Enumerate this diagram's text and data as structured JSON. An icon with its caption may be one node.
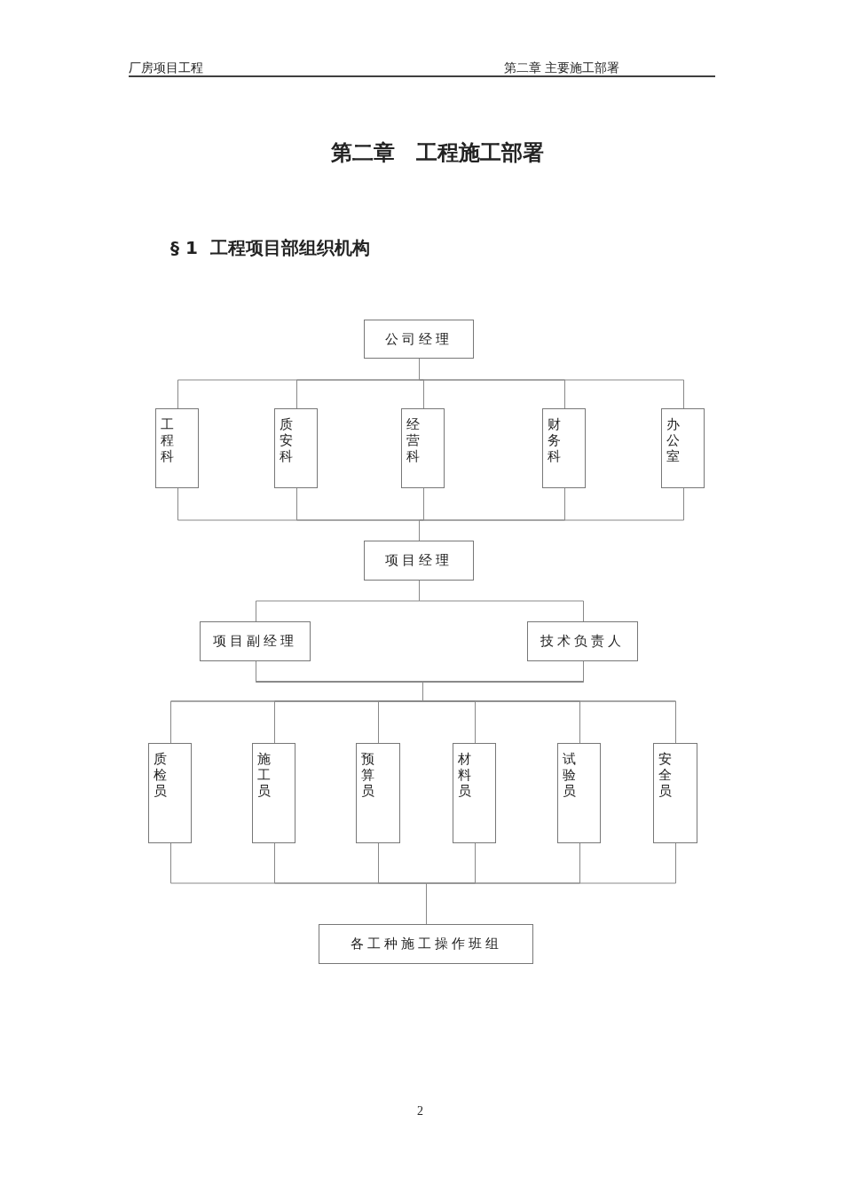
{
  "diagram": {
    "title": "第二章　工程施工部署",
    "labels": [
      "厂房项目工程",
      "第二章  主要施工部署",
      "§ 1  工程项目部组织机构",
      "2"
    ],
    "nodes": [
      {
        "text": [
          "公司经理"
        ]
      },
      {
        "text": [
          "工程科"
        ]
      },
      {
        "text": [
          "质安科"
        ]
      },
      {
        "text": [
          "经营科"
        ]
      },
      {
        "text": [
          "财务科"
        ]
      },
      {
        "text": [
          "办公室"
        ]
      },
      {
        "text": [
          "项目经理"
        ]
      },
      {
        "text": [
          "项目副经理"
        ]
      },
      {
        "text": [
          "技术负责人"
        ]
      },
      {
        "text": [
          "质检员"
        ]
      },
      {
        "text": [
          "施工员"
        ]
      },
      {
        "text": [
          "预算员"
        ]
      },
      {
        "text": [
          "材料员"
        ]
      },
      {
        "text": [
          "试验员"
        ]
      },
      {
        "text": [
          "安全员"
        ]
      },
      {
        "text": [
          "各工种施工操作班组"
        ]
      }
    ],
    "edges": [
      {
        "from": 0,
        "to": 1,
        "arrow": "none"
      },
      {
        "from": 0,
        "to": 2,
        "arrow": "none"
      },
      {
        "from": 0,
        "to": 3,
        "arrow": "none"
      },
      {
        "from": 0,
        "to": 4,
        "arrow": "none"
      },
      {
        "from": 0,
        "to": 5,
        "arrow": "none"
      },
      {
        "from": 1,
        "to": 6,
        "arrow": "none"
      },
      {
        "from": 2,
        "to": 6,
        "arrow": "none"
      },
      {
        "from": 3,
        "to": 6,
        "arrow": "none"
      },
      {
        "from": 4,
        "to": 6,
        "arrow": "none"
      },
      {
        "from": 5,
        "to": 6,
        "arrow": "none"
      },
      {
        "from": 6,
        "to": 7,
        "arrow": "none"
      },
      {
        "from": 6,
        "to": 8,
        "arrow": "none"
      },
      {
        "from": 7,
        "to": 9,
        "arrow": "none"
      },
      {
        "from": 7,
        "to": 10,
        "arrow": "none"
      },
      {
        "from": 7,
        "to": 11,
        "arrow": "none"
      },
      {
        "from": 7,
        "to": 12,
        "arrow": "none"
      },
      {
        "from": 7,
        "to": 13,
        "arrow": "none"
      },
      {
        "from": 7,
        "to": 14,
        "arrow": "none"
      },
      {
        "from": 8,
        "to": 9,
        "arrow": "none"
      },
      {
        "from": 8,
        "to": 10,
        "arrow": "none"
      },
      {
        "from": 8,
        "to": 11,
        "arrow": "none"
      },
      {
        "from": 8,
        "to": 12,
        "arrow": "none"
      },
      {
        "from": 8,
        "to": 13,
        "arrow": "none"
      },
      {
        "from": 8,
        "to": 14,
        "arrow": "none"
      },
      {
        "from": 9,
        "to": 15,
        "arrow": "none"
      },
      {
        "from": 10,
        "to": 15,
        "arrow": "none"
      },
      {
        "from": 11,
        "to": 15,
        "arrow": "none"
      },
      {
        "from": 12,
        "to": 15,
        "arrow": "none"
      },
      {
        "from": 13,
        "to": 15,
        "arrow": "none"
      },
      {
        "from": 14,
        "to": 15,
        "arrow": "none"
      }
    ]
  }
}
